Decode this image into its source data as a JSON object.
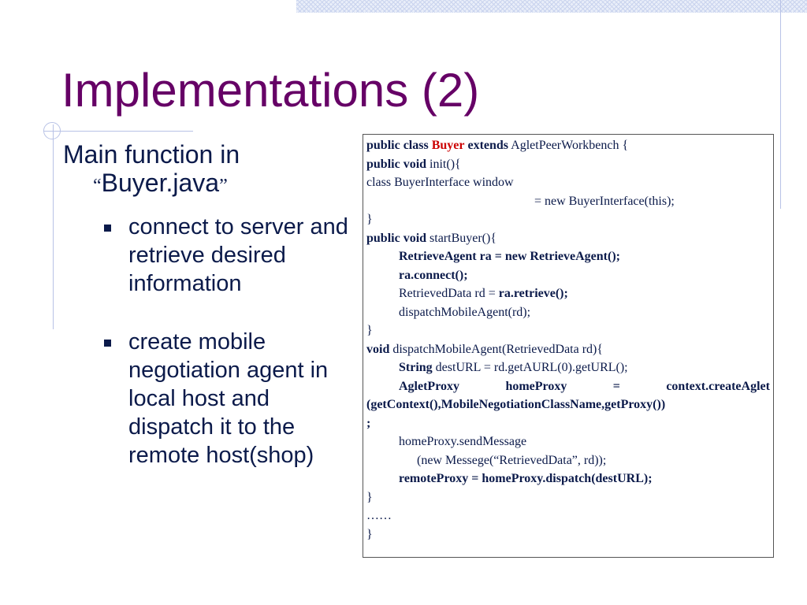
{
  "slide": {
    "title": "Implementations (2)",
    "main_point": {
      "line1": "Main function in",
      "open_quote": "“",
      "file": "Buyer.java",
      "close_quote": "”"
    },
    "bullets": [
      "connect to server and retrieve desired information",
      "create mobile negotiation agent in local host and dispatch it to the remote host(shop)"
    ],
    "code": {
      "l1": {
        "kw1": "public class",
        "cls": "Buyer",
        "kw2": "extends",
        "rest": "AgletPeerWorkbench {"
      },
      "l2": {
        "kw": "public void",
        "rest": "init(){"
      },
      "l3": "class BuyerInterface window",
      "l4": "= new BuyerInterface(this);",
      "l5": "}",
      "l6": {
        "kw": "public void",
        "rest": "startBuyer(){"
      },
      "l7": "RetrieveAgent ra = new RetrieveAgent();",
      "l8": "ra.connect();",
      "l9": {
        "pre": "RetrievedData rd =",
        "bold": "ra.retrieve();"
      },
      "l10": "dispatchMobileAgent(rd);",
      "l11": "}",
      "l12": {
        "kw": "void",
        "rest": "dispatchMobileAgent(RetrievedData rd){"
      },
      "l13": {
        "kw": "String",
        "rest": "destURL = rd.getAURL(0).getURL();"
      },
      "l14": {
        "a": "AgletProxy",
        "b": "homeProxy",
        "c": "=",
        "d": "context.createAglet"
      },
      "l15": "(getContext(),MobileNegotiationClassName,getProxy())",
      "l16": ";",
      "l17": "homeProxy.sendMessage",
      "l18": "(new Messege(“RetrievedData”, rd));",
      "l19": "remoteProxy  = homeProxy.dispatch(destURL);",
      "l20": "}",
      "l21": "……",
      "l22": "}"
    }
  },
  "colors": {
    "title": "#660066",
    "body_text": "#0b1a4a",
    "class_name": "#cc0000",
    "template_lines": "#b8c2e6"
  }
}
